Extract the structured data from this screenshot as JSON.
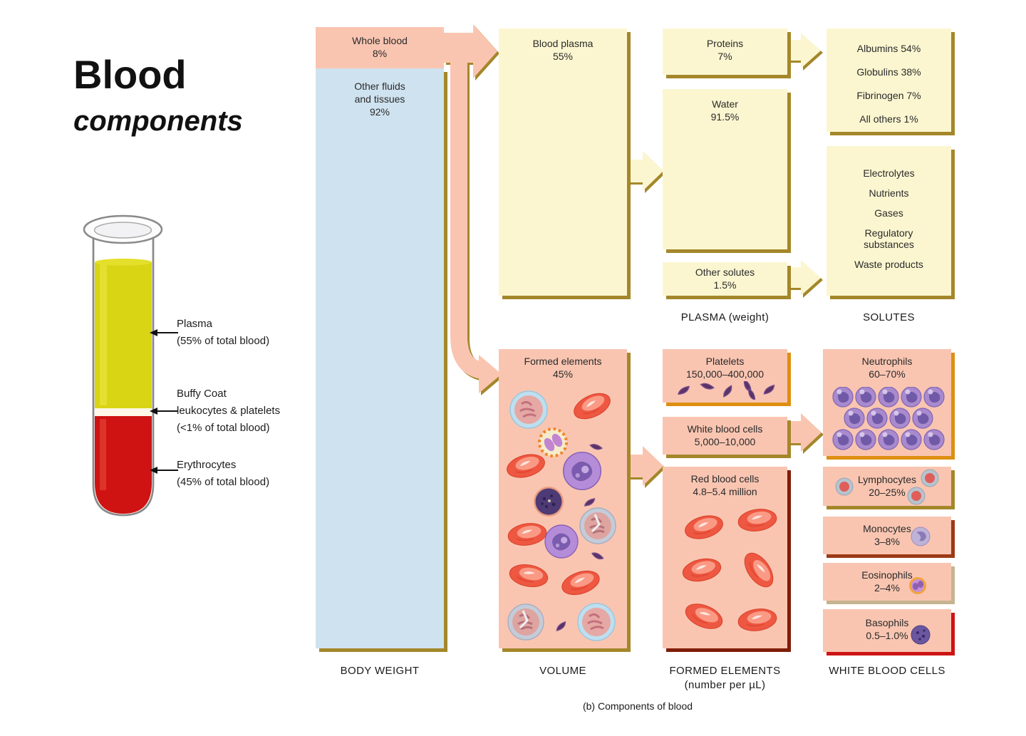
{
  "title": {
    "line1": "Blood",
    "line2": "components"
  },
  "tube": {
    "labels": [
      {
        "line1": "Plasma",
        "line2": "(55% of total blood)"
      },
      {
        "line1": "Buffy Coat",
        "line2": "leukocytes & platelets",
        "line3": "(<1% of total blood)"
      },
      {
        "line1": "Erythrocytes",
        "line2": "(45% of total blood)"
      }
    ]
  },
  "body_weight": {
    "label": "BODY WEIGHT",
    "whole_blood": {
      "line1": "Whole blood",
      "line2": "8%"
    },
    "other_fluids": {
      "line1": "Other fluids",
      "line2": "and tissues",
      "line3": "92%"
    }
  },
  "volume": {
    "label": "VOLUME",
    "blood_plasma": {
      "line1": "Blood plasma",
      "line2": "55%"
    },
    "formed_elements": {
      "line1": "Formed elements",
      "line2": "45%"
    }
  },
  "plasma_weight": {
    "label": "PLASMA (weight)",
    "proteins": {
      "line1": "Proteins",
      "line2": "7%"
    },
    "water": {
      "line1": "Water",
      "line2": "91.5%"
    },
    "other_solutes": {
      "line1": "Other solutes",
      "line2": "1.5%"
    }
  },
  "solutes": {
    "label": "SOLUTES",
    "protein_types": [
      "Albumins 54%",
      "Globulins 38%",
      "Fibrinogen 7%",
      "All others 1%"
    ],
    "other_types": [
      "Electrolytes",
      "Nutrients",
      "Gases",
      "Regulatory substances",
      "Waste products"
    ]
  },
  "formed_elements": {
    "label": "FORMED ELEMENTS",
    "sublabel": "(number per µL)",
    "platelets": {
      "line1": "Platelets",
      "line2": "150,000–400,000"
    },
    "white_blood_cells": {
      "line1": "White blood cells",
      "line2": "5,000–10,000"
    },
    "red_blood_cells": {
      "line1": "Red blood cells",
      "line2": "4.8–5.4 million"
    }
  },
  "white_blood_cells": {
    "label": "WHITE BLOOD CELLS",
    "types": [
      {
        "name": "Neutrophils",
        "pct": "60–70%"
      },
      {
        "name": "Lymphocytes",
        "pct": "20–25%"
      },
      {
        "name": "Monocytes",
        "pct": "3–8%"
      },
      {
        "name": "Eosinophils",
        "pct": "2–4%"
      },
      {
        "name": "Basophils",
        "pct": "0.5–1.0%"
      }
    ]
  },
  "caption": "(b) Components of blood",
  "colors": {
    "pink": "#f9c5b1",
    "blue": "#cfe2ef",
    "yellow": "#fbf6d0",
    "gold": "#a4872a",
    "orange": "#dd8f10",
    "maroon": "#7f1d08",
    "rust": "#9c3a16",
    "tan": "#c6b491",
    "red": "#cd1414",
    "tubeyellow": "#d9d414",
    "tubered": "#ce1312",
    "text": "#2a2a2a"
  }
}
